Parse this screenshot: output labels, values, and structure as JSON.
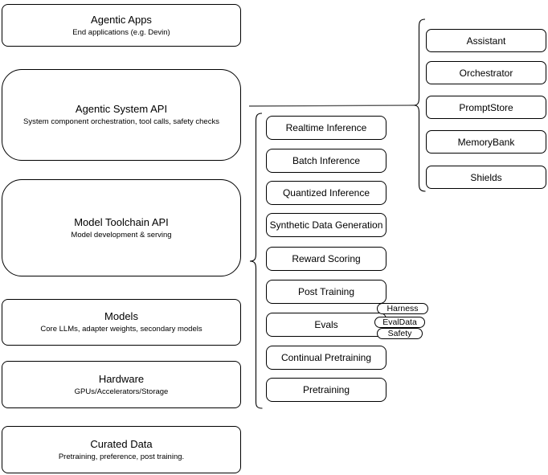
{
  "diagram": {
    "stack": [
      {
        "title": "Agentic Apps",
        "subtitle": "End applications (e.g. Devin)"
      },
      {
        "title": "Agentic System API",
        "subtitle": "System component orchestration, tool calls, safety checks"
      },
      {
        "title": "Model Toolchain API",
        "subtitle": "Model development & serving"
      },
      {
        "title": "Models",
        "subtitle": "Core LLMs, adapter weights, secondary models"
      },
      {
        "title": "Hardware",
        "subtitle": "GPUs/Accelerators/Storage"
      },
      {
        "title": "Curated Data",
        "subtitle": "Pretraining, preference, post training."
      }
    ],
    "toolchain": [
      {
        "label": "Realtime Inference"
      },
      {
        "label": "Batch Inference"
      },
      {
        "label": "Quantized Inference"
      },
      {
        "label": "Synthetic Data Generation"
      },
      {
        "label": "Reward Scoring"
      },
      {
        "label": "Post Training"
      },
      {
        "label": "Evals"
      },
      {
        "label": "Continual Pretraining"
      },
      {
        "label": "Pretraining"
      }
    ],
    "system_components": [
      {
        "label": "Assistant"
      },
      {
        "label": "Orchestrator"
      },
      {
        "label": "PromptStore"
      },
      {
        "label": "MemoryBank"
      },
      {
        "label": "Shields"
      }
    ],
    "evals_tags": [
      {
        "label": "Harness"
      },
      {
        "label": "EvalData"
      },
      {
        "label": "Safety"
      }
    ],
    "colors": {
      "background": "#ffffff",
      "stroke": "#000000",
      "connector": "#595959"
    }
  }
}
